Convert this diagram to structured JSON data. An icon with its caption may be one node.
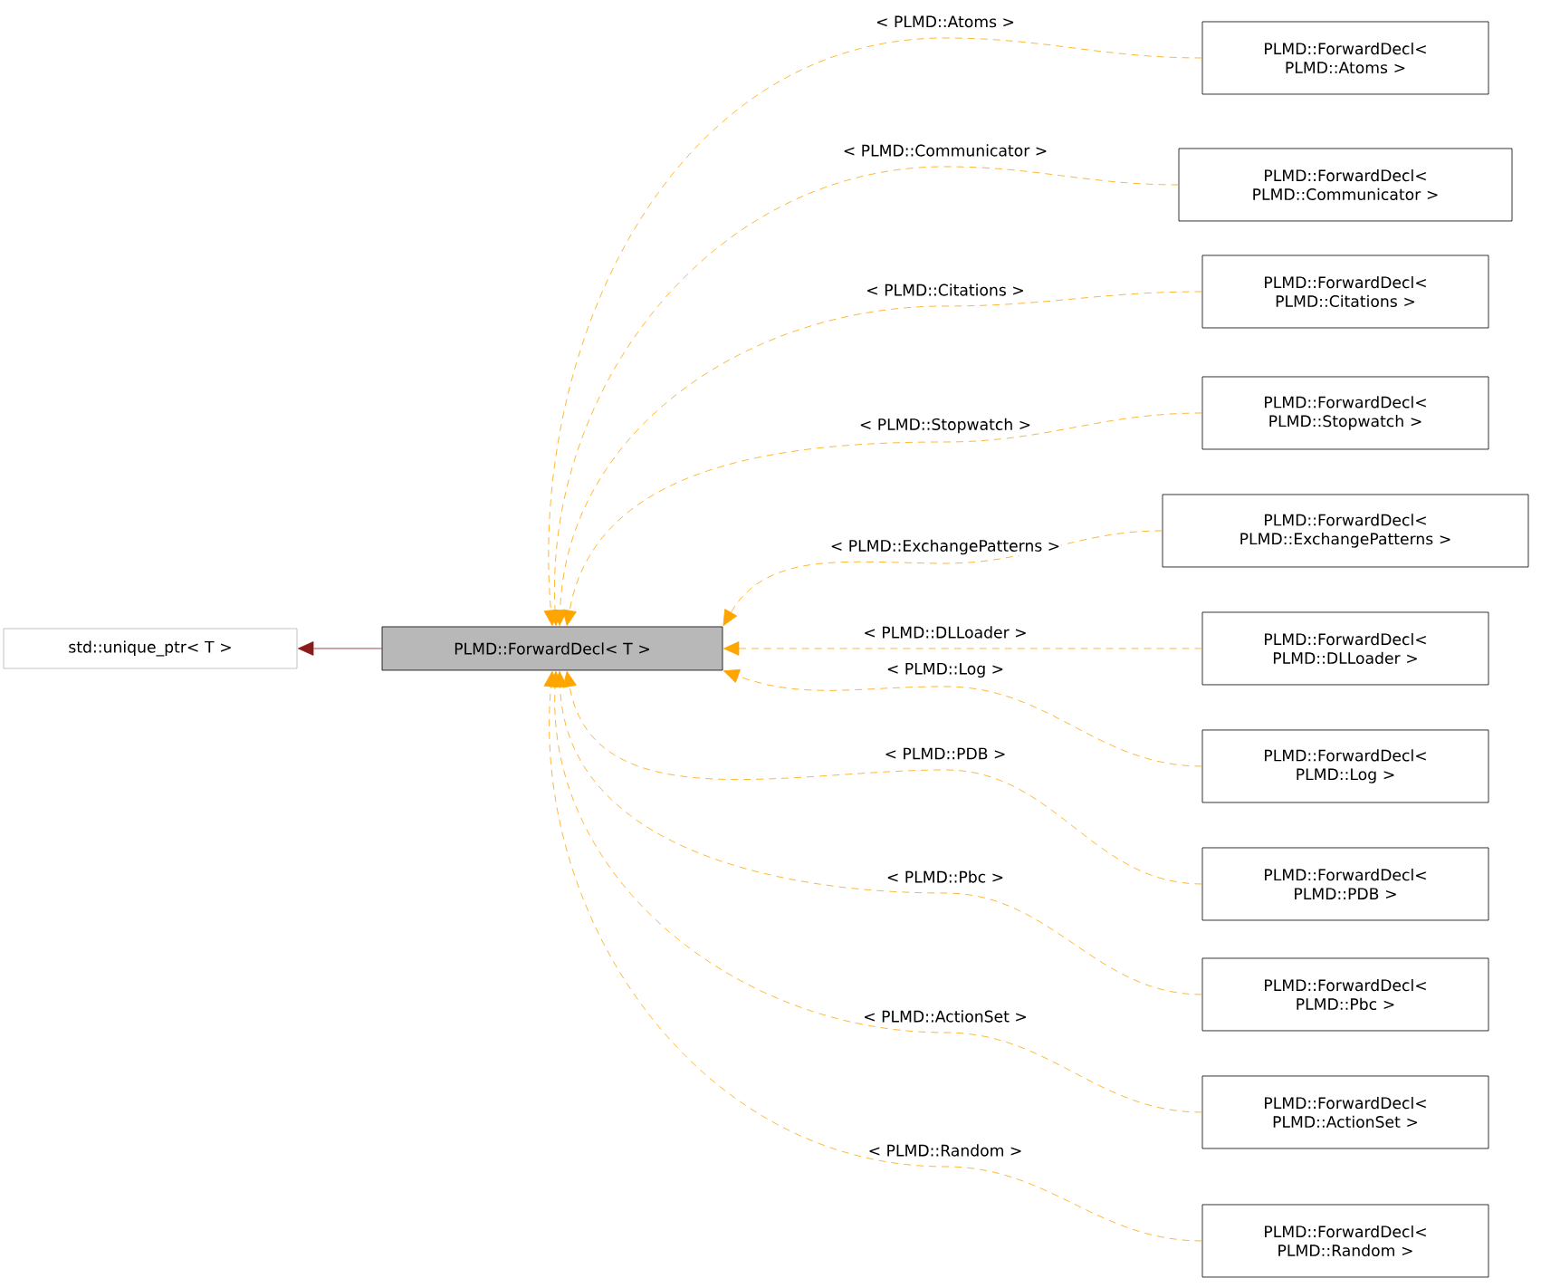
{
  "diagram": {
    "nodes": [
      {
        "text": [
          "std::unique_ptr< T >"
        ]
      },
      {
        "text": [
          "PLMD::ForwardDecl< T >"
        ]
      },
      {
        "text": [
          "PLMD::ForwardDecl< PLMD::Atoms >"
        ]
      },
      {
        "text": [
          "PLMD::ForwardDecl< PLMD::Communicator >"
        ]
      },
      {
        "text": [
          "PLMD::ForwardDecl< PLMD::Citations >"
        ]
      },
      {
        "text": [
          "PLMD::ForwardDecl< PLMD::Stopwatch >"
        ]
      },
      {
        "text": [
          "PLMD::ForwardDecl< PLMD::ExchangePatterns >"
        ]
      },
      {
        "text": [
          "PLMD::ForwardDecl< PLMD::DLLoader >"
        ]
      },
      {
        "text": [
          "PLMD::ForwardDecl< PLMD::Log >"
        ]
      },
      {
        "text": [
          "PLMD::ForwardDecl< PLMD::PDB >"
        ]
      },
      {
        "text": [
          "PLMD::ForwardDecl< PLMD::Pbc >"
        ]
      },
      {
        "text": [
          "PLMD::ForwardDecl< PLMD::ActionSet >"
        ]
      },
      {
        "text": [
          "PLMD::ForwardDecl< PLMD::Random >"
        ]
      }
    ],
    "edges": [
      {
        "from": 1,
        "to": 0,
        "arrow": "to",
        "color": "#8b1a1a"
      },
      {
        "from": 2,
        "to": 1,
        "arrow": "to",
        "label": "< PLMD::Atoms >",
        "style": "dashed"
      },
      {
        "from": 3,
        "to": 1,
        "arrow": "to",
        "label": "< PLMD::Communicator >",
        "style": "dashed"
      },
      {
        "from": 4,
        "to": 1,
        "arrow": "to",
        "label": "< PLMD::Citations >",
        "style": "dashed"
      },
      {
        "from": 5,
        "to": 1,
        "arrow": "to",
        "label": "< PLMD::Stopwatch >",
        "style": "dashed"
      },
      {
        "from": 6,
        "to": 1,
        "arrow": "to",
        "label": "< PLMD::ExchangePatterns >",
        "style": "dashed"
      },
      {
        "from": 7,
        "to": 1,
        "arrow": "to",
        "label": "< PLMD::DLLoader >",
        "style": "dashed"
      },
      {
        "from": 8,
        "to": 1,
        "arrow": "to",
        "label": "< PLMD::Log >",
        "style": "dashed"
      },
      {
        "from": 9,
        "to": 1,
        "arrow": "to",
        "label": "< PLMD::PDB >",
        "style": "dashed"
      },
      {
        "from": 10,
        "to": 1,
        "arrow": "to",
        "label": "< PLMD::Pbc >",
        "style": "dashed"
      },
      {
        "from": 11,
        "to": 1,
        "arrow": "to",
        "label": "< PLMD::ActionSet >",
        "style": "dashed"
      },
      {
        "from": 12,
        "to": 1,
        "arrow": "to",
        "label": "< PLMD::Random >",
        "style": "dashed"
      }
    ]
  }
}
